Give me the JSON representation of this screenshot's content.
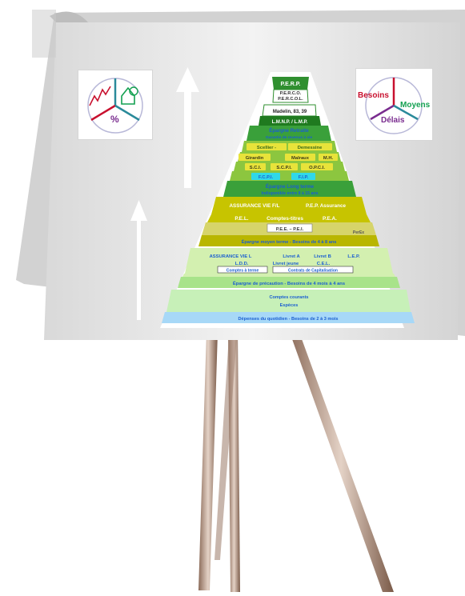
{
  "pyramid": {
    "tiers": [
      {
        "lines": [
          "P.E.R.P."
        ]
      },
      {
        "lines": [
          "P.E.R.C.O.",
          "P.E.R.C.O.L."
        ]
      },
      {
        "lines": [
          "Madelin, 83, 39"
        ]
      },
      {
        "lines": [
          "L.M.N.P. / L.M.P."
        ]
      },
      {
        "lines": [
          "Épargne Retraite",
          "Garantie de revenus à vie"
        ]
      },
      {
        "lines": [
          "Scellier -",
          "Demessine"
        ]
      },
      {
        "lines": [
          "Girardin",
          "Malraux",
          "M.H."
        ]
      },
      {
        "lines": [
          "S.C.I.",
          "S.C.P.I.",
          "O.P.C.I."
        ]
      },
      {
        "lines": [
          "F.C.P.I.",
          "F.I.P."
        ]
      },
      {
        "lines": [
          "Épargne Long terme",
          "Indisponible entre 8 à 15 ans"
        ]
      },
      {
        "lines": [
          "ASSURANCE VIE F/L",
          "P.E.P. Assurance"
        ]
      },
      {
        "lines": [
          "P.E.L.",
          "Comptes-titres",
          "P.E.A."
        ]
      },
      {
        "lines": [
          "P.E.E. – P.E.I.",
          "PerEx"
        ]
      },
      {
        "lines": [
          "Épargne moyen terme - Besoins de 4 à 8 ans"
        ]
      },
      {
        "lines": [
          "ASSURANCE VIE L",
          "Livret A",
          "Livret B",
          "L.E.P."
        ]
      },
      {
        "lines": [
          "L.D.D.",
          "Livret jeune",
          "C.E.L."
        ]
      },
      {
        "lines": [
          "Comptes à terme",
          "Contrats de Capitalisation"
        ]
      },
      {
        "lines": [
          "Épargne de précaution - Besoins de 4 mois à 4 ans"
        ]
      },
      {
        "lines": [
          "Comptes courants",
          "Espèces"
        ]
      },
      {
        "lines": [
          "Dépenses du quotidien - Besoins de 2 à 3 mois"
        ]
      }
    ]
  },
  "left_icon": {
    "symbol": "%",
    "icon": "chart-house-percent-icon"
  },
  "right_icon": {
    "labels": [
      "Besoins",
      "Moyens",
      "Délais"
    ],
    "icon": "needs-means-delays-icon"
  },
  "colors": {
    "accent_red": "#c8102e",
    "accent_green": "#12a050",
    "accent_purple": "#7a2c8f",
    "pyramid_top_green": "#2f8f2f",
    "pyramid_mid_olive": "#b8b400",
    "pyramid_base_light": "#c7f0b8",
    "blue_band": "#1b5fd1"
  }
}
